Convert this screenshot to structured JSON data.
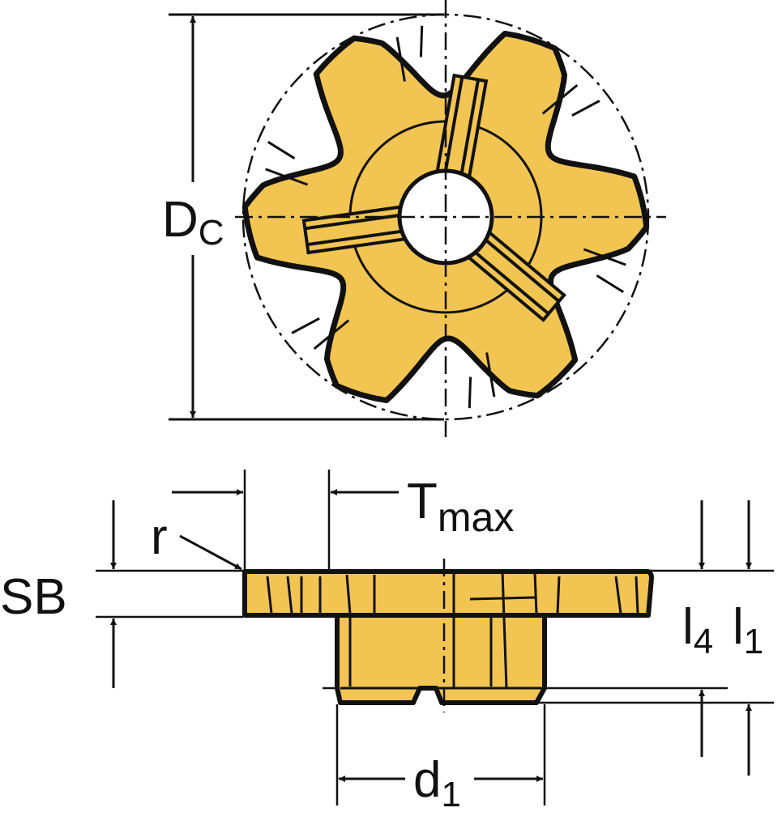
{
  "labels": {
    "dc_main": "D",
    "dc_sub": "C",
    "t_main": "T",
    "t_sub": "max",
    "r": "r",
    "sb": "SB",
    "l4_main": "l",
    "l4_sub": "4",
    "l1_main": "l",
    "l1_sub": "1",
    "d1_main": "d",
    "d1_sub": "1"
  },
  "colors": {
    "insert_fill": "#F2C452",
    "outline": "#111111",
    "background": "#FFFFFF"
  }
}
